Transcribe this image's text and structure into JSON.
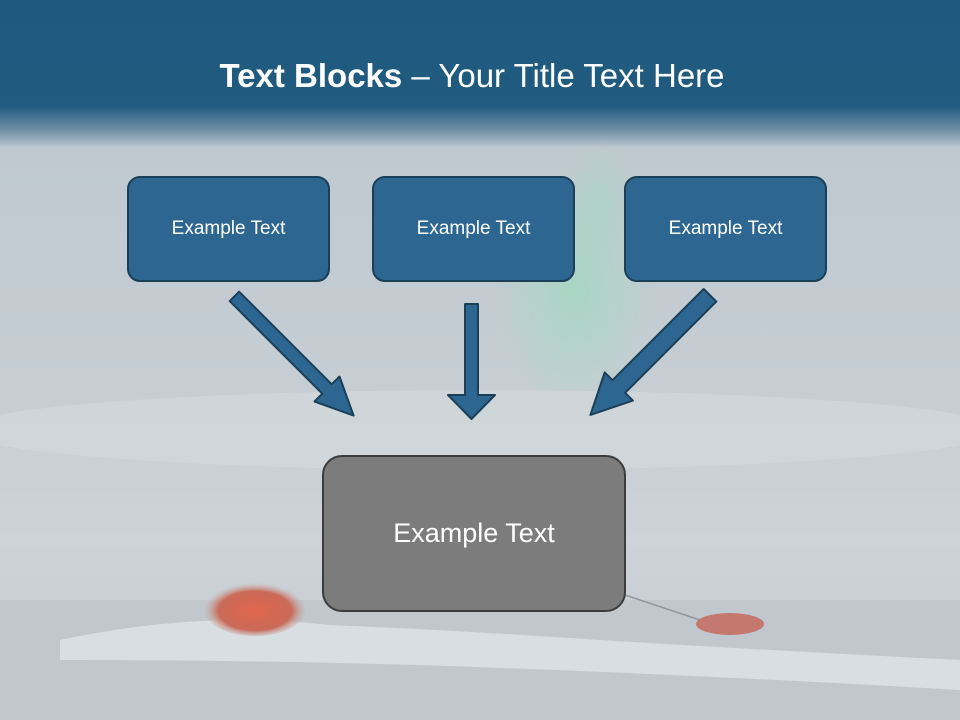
{
  "slide": {
    "title_bold": "Text Blocks",
    "title_separator": " – ",
    "title_rest": "Your Title Text Here"
  },
  "blocks": {
    "top": [
      {
        "label": "Example Text"
      },
      {
        "label": "Example Text"
      },
      {
        "label": "Example Text"
      }
    ],
    "center": {
      "label": "Example Text"
    }
  },
  "colors": {
    "header": "#215b7f",
    "block_fill": "#2d6791",
    "block_border": "#1c3f58",
    "center_fill": "#7c7c7c",
    "center_border": "#3c3c3c",
    "arrow_fill": "#2d6791",
    "arrow_border": "#1c3f58"
  },
  "icons": {
    "arrows": [
      "arrow-down-right-icon",
      "arrow-down-icon",
      "arrow-down-left-icon"
    ]
  }
}
